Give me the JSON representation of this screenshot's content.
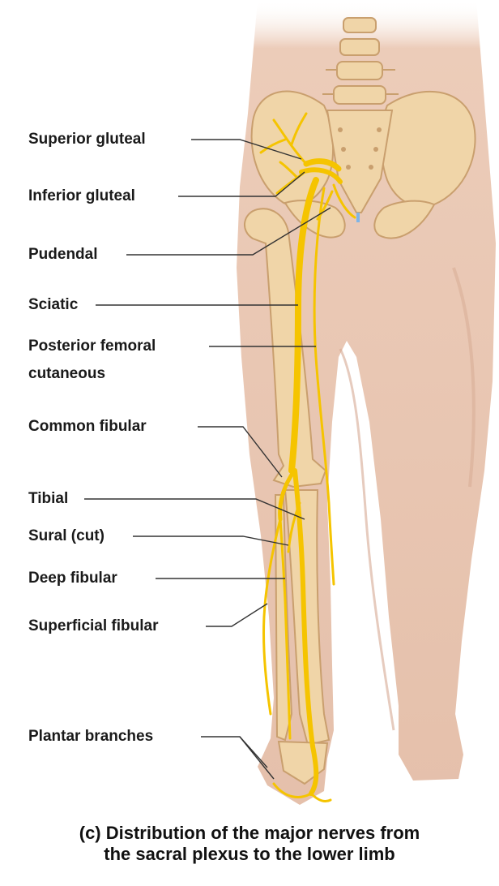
{
  "labels": {
    "superior_gluteal": "Superior gluteal",
    "inferior_gluteal": "Inferior gluteal",
    "pudendal": "Pudendal",
    "sciatic": "Sciatic",
    "posterior_femoral_1": "Posterior femoral",
    "posterior_femoral_2": "cutaneous",
    "common_fibular": "Common fibular",
    "tibial": "Tibial",
    "sural": "Sural (cut)",
    "deep_fibular": "Deep fibular",
    "superficial_fibular": "Superficial fibular",
    "plantar": "Plantar branches"
  },
  "caption": {
    "line1": "(c) Distribution of the major nerves from",
    "line2": "the sacral plexus to the lower limb"
  },
  "colors": {
    "skin": "#e9c7b4",
    "skin_shadow": "#d9ad97",
    "bone": "#f0d5a8",
    "bone_edge": "#c99f6e",
    "nerve": "#f5c400",
    "nerve_edge": "#c99a00",
    "leader": "#333333"
  }
}
